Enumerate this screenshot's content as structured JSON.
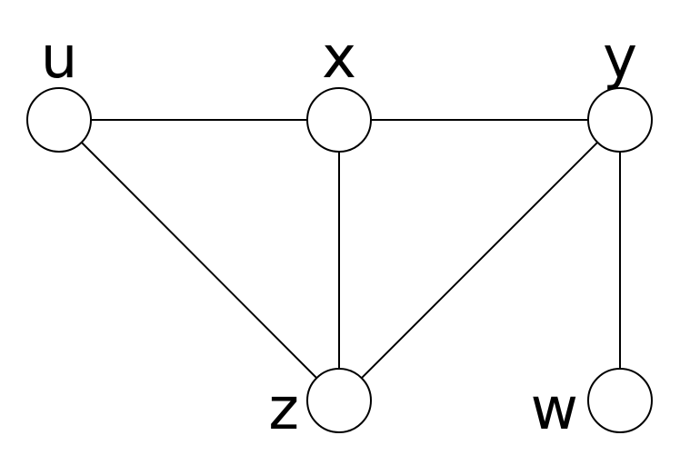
{
  "graph": {
    "nodes": [
      {
        "id": "u",
        "label": "u"
      },
      {
        "id": "x",
        "label": "x"
      },
      {
        "id": "y",
        "label": "y"
      },
      {
        "id": "z",
        "label": "z"
      },
      {
        "id": "w",
        "label": "w"
      }
    ],
    "edges": [
      {
        "from": "u",
        "to": "x"
      },
      {
        "from": "x",
        "to": "y"
      },
      {
        "from": "u",
        "to": "z"
      },
      {
        "from": "x",
        "to": "z"
      },
      {
        "from": "y",
        "to": "z"
      },
      {
        "from": "y",
        "to": "w"
      }
    ],
    "colors": {
      "stroke": "#000000",
      "fill": "#ffffff",
      "background": "#ffffff"
    }
  }
}
